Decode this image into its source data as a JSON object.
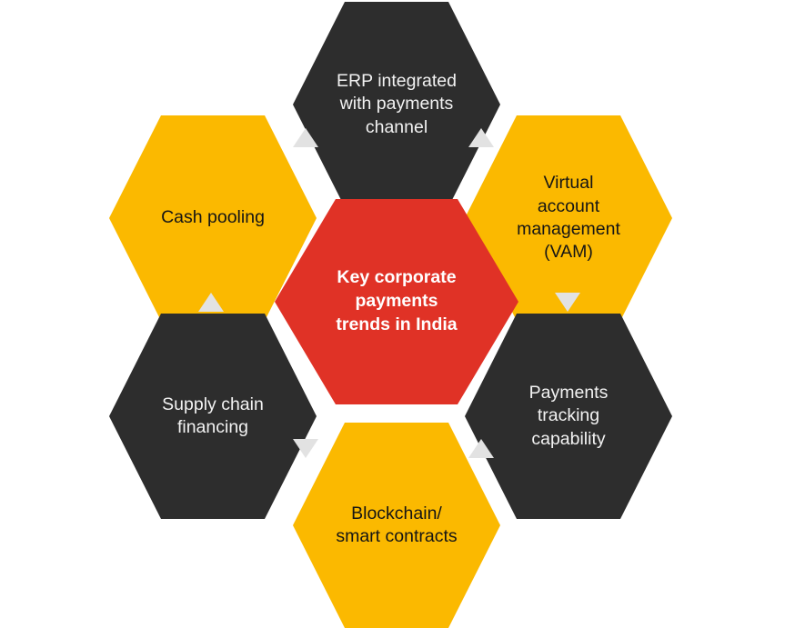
{
  "diagram": {
    "type": "honeycomb-hexagon-cluster",
    "center": {
      "id": "center",
      "label": "Key corporate\npayments\ntrends in India",
      "color": "#e03226",
      "text_color": "#ffffff"
    },
    "nodes": [
      {
        "id": "erp-integrated-with-payments-channel",
        "label": "ERP integrated\nwith payments\nchannel",
        "color": "#2d2d2d",
        "text_color": "#f2f2f2",
        "position": "top"
      },
      {
        "id": "virtual-account-management",
        "label": "Virtual\naccount\nmanagement\n(VAM)",
        "color": "#fbb900",
        "text_color": "#151515",
        "position": "top-right"
      },
      {
        "id": "payments-tracking-capability",
        "label": "Payments\ntracking\ncapability",
        "color": "#2d2d2d",
        "text_color": "#f2f2f2",
        "position": "bottom-right"
      },
      {
        "id": "blockchain-smart-contracts",
        "label": "Blockchain/\nsmart contracts",
        "color": "#fbb900",
        "text_color": "#151515",
        "position": "bottom"
      },
      {
        "id": "supply-chain-financing",
        "label": "Supply chain\nfinancing",
        "color": "#2d2d2d",
        "text_color": "#f2f2f2",
        "position": "bottom-left"
      },
      {
        "id": "cash-pooling",
        "label": "Cash pooling",
        "color": "#fbb900",
        "text_color": "#151515",
        "position": "top-left"
      }
    ],
    "connectors": [
      {
        "id": "connector-top-left",
        "direction": "up",
        "color": "#e2e2e2"
      },
      {
        "id": "connector-top-right",
        "direction": "up",
        "color": "#e2e2e2"
      },
      {
        "id": "connector-right",
        "direction": "down",
        "color": "#e2e2e2"
      },
      {
        "id": "connector-bottom-right",
        "direction": "up",
        "color": "#e2e2e2"
      },
      {
        "id": "connector-bottom-left",
        "direction": "down",
        "color": "#e2e2e2"
      },
      {
        "id": "connector-left",
        "direction": "up",
        "color": "#e2e2e2"
      }
    ],
    "background_color": "#ffffff"
  }
}
